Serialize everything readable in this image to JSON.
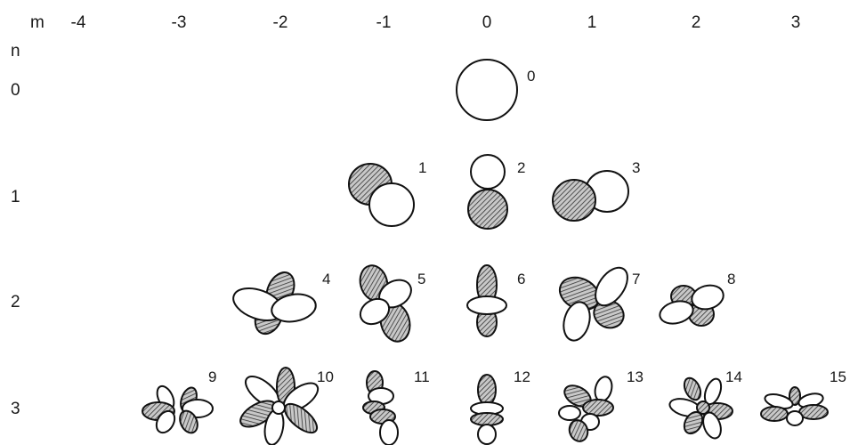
{
  "axis": {
    "m_label": "m",
    "n_label": "n"
  },
  "columns": [
    "-4",
    "-3",
    "-2",
    "-1",
    "0",
    "1",
    "2",
    "3"
  ],
  "rows": [
    "0",
    "1",
    "2",
    "3"
  ],
  "shapes": [
    {
      "index": "0",
      "m": "0",
      "n": "0"
    },
    {
      "index": "1",
      "m": "-1",
      "n": "1"
    },
    {
      "index": "2",
      "m": "0",
      "n": "1"
    },
    {
      "index": "3",
      "m": "1",
      "n": "1"
    },
    {
      "index": "4",
      "m": "-2",
      "n": "2"
    },
    {
      "index": "5",
      "m": "-1",
      "n": "2"
    },
    {
      "index": "6",
      "m": "0",
      "n": "2"
    },
    {
      "index": "7",
      "m": "1",
      "n": "2"
    },
    {
      "index": "8",
      "m": "2",
      "n": "2"
    },
    {
      "index": "9",
      "m": "-3",
      "n": "3"
    },
    {
      "index": "10",
      "m": "-2",
      "n": "3"
    },
    {
      "index": "11",
      "m": "-1",
      "n": "3"
    },
    {
      "index": "12",
      "m": "0",
      "n": "3"
    },
    {
      "index": "13",
      "m": "1",
      "n": "3"
    },
    {
      "index": "14",
      "m": "2",
      "n": "3"
    },
    {
      "index": "15",
      "m": "3",
      "n": "3"
    }
  ],
  "colors": {
    "stroke": "#111111",
    "fill_light": "#ffffff",
    "fill_dark": "#8c8c8c"
  }
}
